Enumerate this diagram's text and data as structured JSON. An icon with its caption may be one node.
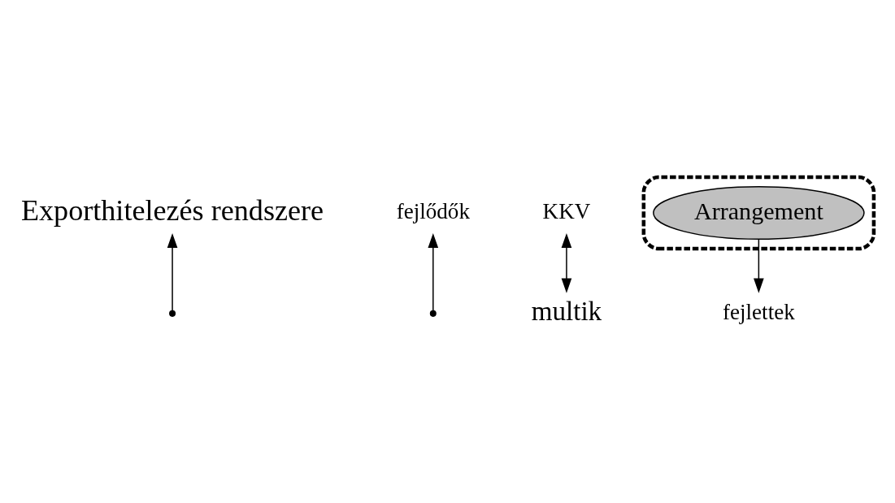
{
  "diagram": {
    "nodes": [
      {
        "text": [
          "Exporthitelezés rendszere"
        ]
      },
      {
        "text": [
          "fejlődők"
        ]
      },
      {
        "text": [
          "multik"
        ]
      },
      {
        "text": [],
        "shape": "ellipse"
      },
      {
        "text": [
          "Arrangement"
        ],
        "in": 3
      },
      {
        "text": [
          "KKV"
        ]
      },
      {
        "text": [
          "fejlettek"
        ]
      }
    ],
    "edges": [
      {
        "from": null,
        "to": 0,
        "arrow": "to"
      },
      {
        "from": null,
        "to": 1,
        "arrow": "to"
      },
      {
        "from": 5,
        "to": 2,
        "arrow": "both"
      },
      {
        "from": 4,
        "to": 6,
        "arrow": "to"
      }
    ]
  }
}
